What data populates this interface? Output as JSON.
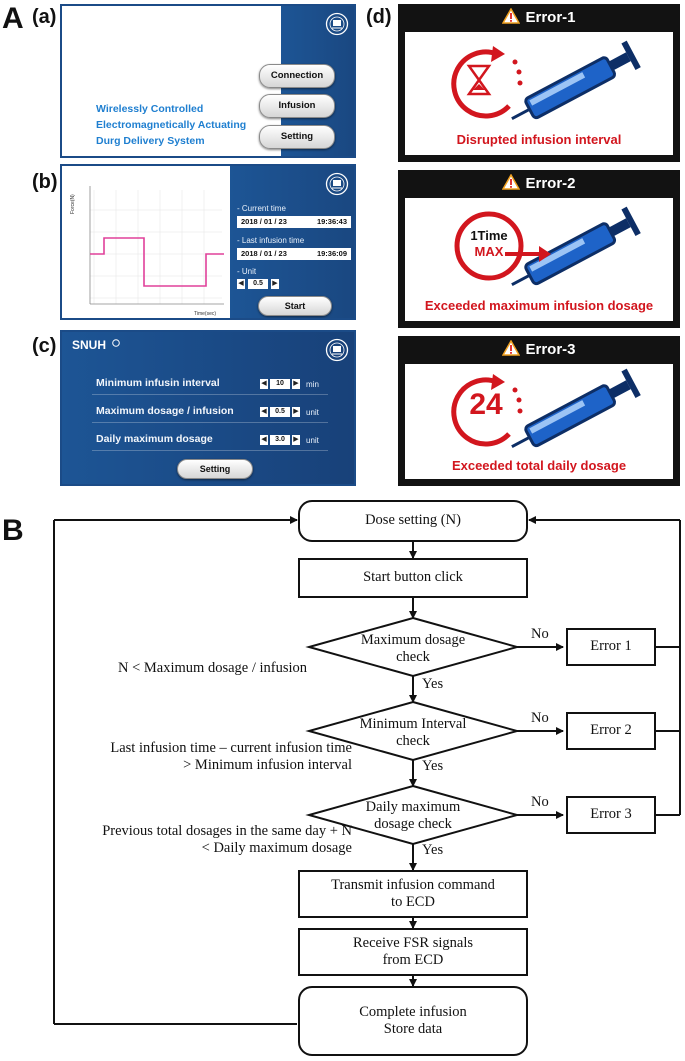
{
  "figure": {
    "label_A": "A",
    "label_B": "B",
    "label_a": "(a)",
    "label_b": "(b)",
    "label_c": "(c)",
    "label_d": "(d)"
  },
  "panel_a": {
    "title_lines": [
      "Wirelessly Controlled",
      "Electromagnetically Actuating",
      "Durg Delivery System"
    ],
    "buttons": [
      "Connection",
      "Infusion",
      "Setting"
    ]
  },
  "panel_b": {
    "chart_ylabel": "Force(N)",
    "chart_xlabel": "Time(sec)",
    "current_time_label": "- Current time",
    "current_date": "2018 / 01 / 23",
    "current_clock": "19:36:43",
    "last_infusion_label": "- Last infusion time",
    "last_date": "2018 / 01 / 23",
    "last_clock": "19:36:09",
    "unit_label": "- Unit",
    "unit_value": "0.5",
    "start_button": "Start"
  },
  "panel_c": {
    "brand": "SNUH",
    "rows": [
      {
        "label": "Minimum infusin interval",
        "value": "10",
        "unit": "min"
      },
      {
        "label": "Maximum dosage / infusion",
        "value": "0.5",
        "unit": "unit"
      },
      {
        "label": "Daily maximum dosage",
        "value": "3.0",
        "unit": "unit"
      }
    ],
    "setting_button": "Setting"
  },
  "errors": [
    {
      "title": "Error-1",
      "caption": "Disrupted infusion interval"
    },
    {
      "title": "Error-2",
      "caption": "Exceeded maximum infusion dosage",
      "badge_line1": "1Time",
      "badge_line2": "MAX"
    },
    {
      "title": "Error-3",
      "caption": "Exceeded total daily dosage",
      "badge": "24"
    }
  ],
  "flowchart": {
    "dose_setting": "Dose setting (N)",
    "start_click": "Start button click",
    "check1": [
      "Maximum dosage",
      "check"
    ],
    "check2": [
      "Minimum Interval",
      "check"
    ],
    "check3": [
      "Daily maximum",
      "dosage check"
    ],
    "cond1": "N < Maximum dosage / infusion",
    "cond2": [
      "Last infusion time – current infusion time",
      "> Minimum infusion interval"
    ],
    "cond3": [
      "Previous total dosages in the same day + N",
      "< Daily maximum dosage"
    ],
    "yes": "Yes",
    "no": "No",
    "error1": "Error 1",
    "error2": "Error 2",
    "error3": "Error 3",
    "transmit": [
      "Transmit infusion command",
      "to ECD"
    ],
    "receive": [
      "Receive FSR signals",
      "from ECD"
    ],
    "complete": [
      "Complete infusion",
      "Store data"
    ]
  },
  "colors": {
    "ui_blue": "#1d5595",
    "ui_title_blue": "#1f7fd0",
    "error_red": "#d2161e",
    "warning_orange": "#f0a020",
    "syringe_blue": "#1e63c8",
    "pink_trace": "#e0409a"
  }
}
